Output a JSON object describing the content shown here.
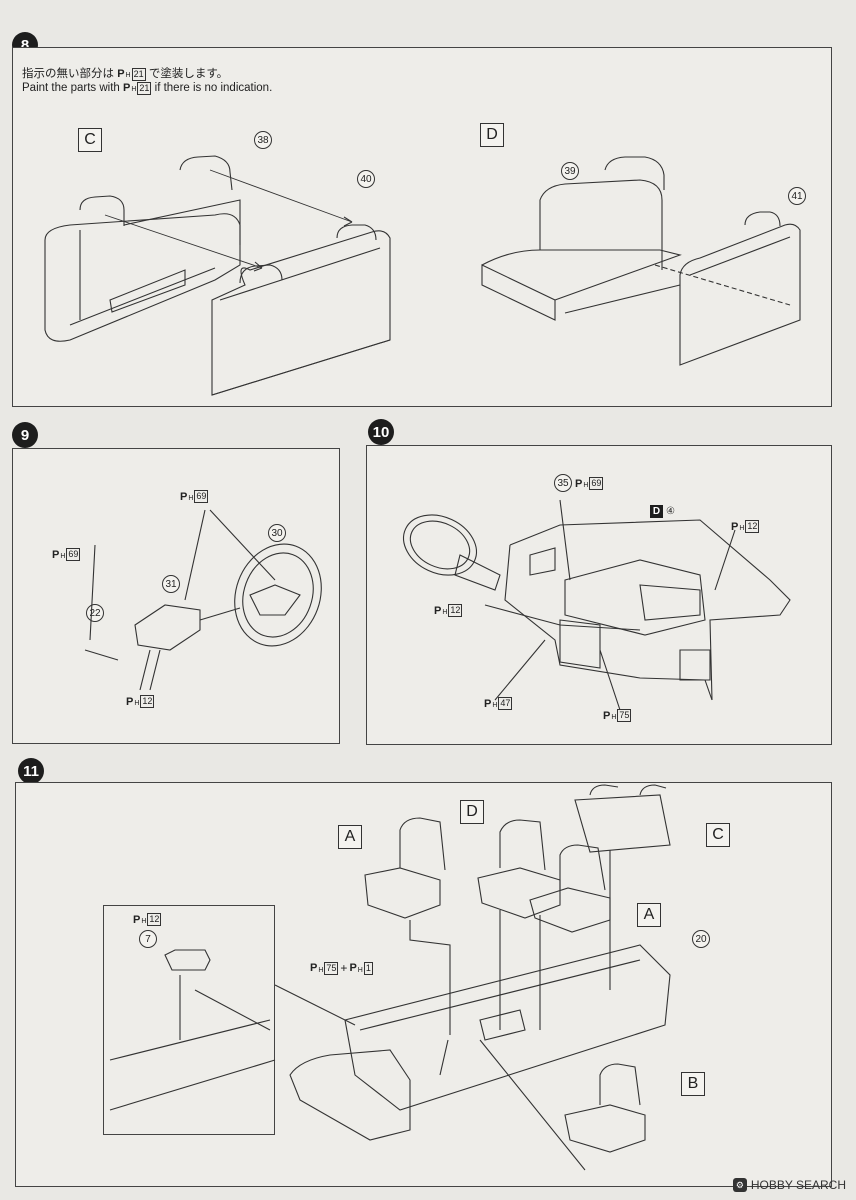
{
  "steps": [
    {
      "number": "8"
    },
    {
      "number": "9"
    },
    {
      "number": "10"
    },
    {
      "number": "11"
    }
  ],
  "step8": {
    "note_jp": "指示の無い部分は",
    "note_jp_code": "21",
    "note_jp_tail": "で塗装します。",
    "note_en": "Paint the parts with",
    "note_en_code": "21",
    "note_en_tail": "if there is no indication.",
    "label_c": "C",
    "label_d": "D",
    "part_38": "38",
    "part_40": "40",
    "part_39": "39",
    "part_41": "41"
  },
  "step9": {
    "part_30": "30",
    "part_31": "31",
    "part_22": "22",
    "paint_69_a": "69",
    "paint_69_b": "69",
    "paint_12": "12"
  },
  "step10": {
    "part_35": "35",
    "paint_69": "69",
    "d_ref": "D",
    "d_num": "④",
    "paint_12_a": "12",
    "paint_12_b": "12",
    "paint_47": "47",
    "paint_75": "75"
  },
  "step11": {
    "label_a1": "A",
    "label_d": "D",
    "label_c": "C",
    "label_a2": "A",
    "label_b": "B",
    "part_20": "20",
    "part_7": "7",
    "paint_12": "12",
    "paint_75": "75",
    "paint_1": "1"
  },
  "paint_prefix": {
    "p": "P",
    "h": "H"
  },
  "watermark": {
    "text": "HOBBY SEARCH",
    "icon": "hobby-search-logo-icon"
  }
}
